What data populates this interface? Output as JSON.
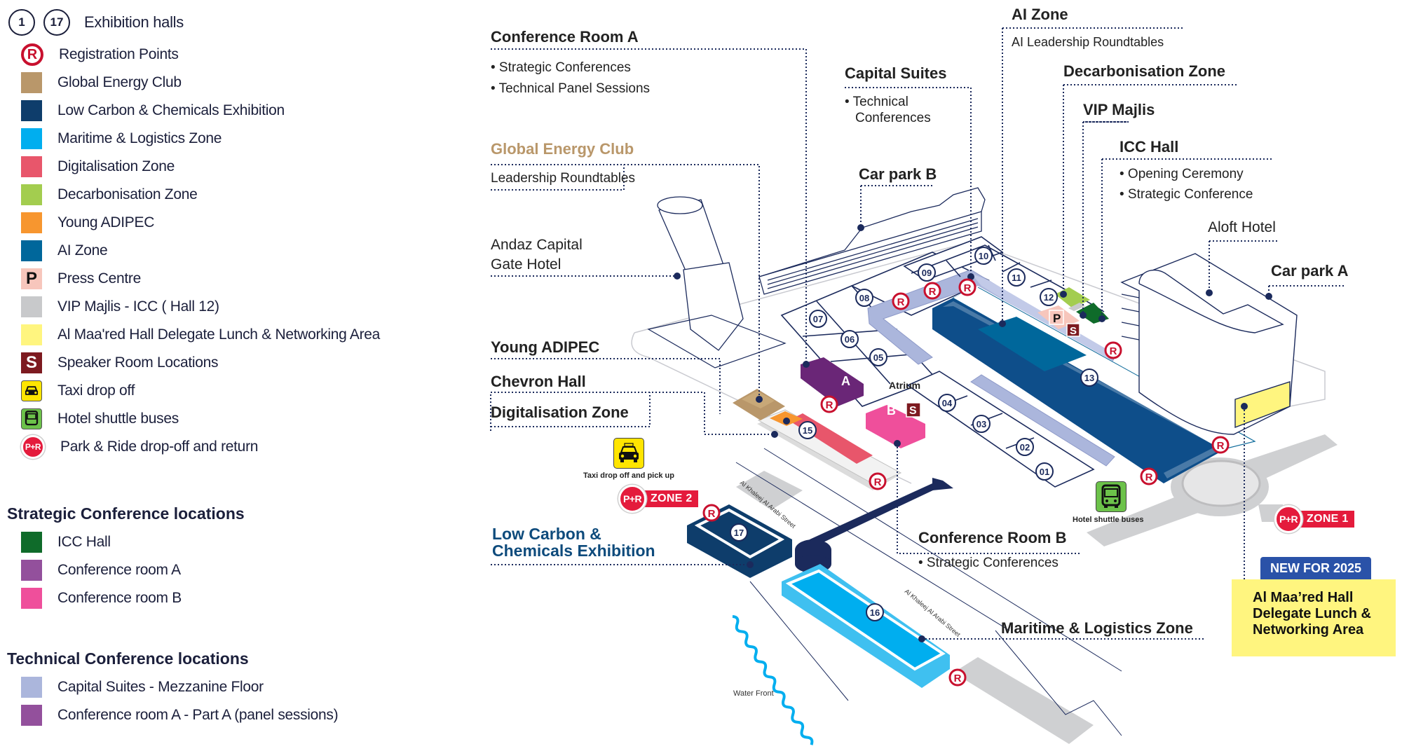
{
  "legend": {
    "exhibition_halls": {
      "first": "1",
      "last": "17",
      "label": "Exhibition halls"
    },
    "items": [
      {
        "icon": "registration-icon",
        "symbol": "R",
        "label": "Registration Points",
        "color": "#c8102e"
      },
      {
        "icon": "swatch",
        "label": "Global Energy Club",
        "color": "#b9976a"
      },
      {
        "icon": "swatch",
        "label": "Low Carbon & Chemicals Exhibition",
        "color": "#0e3d6b"
      },
      {
        "icon": "swatch",
        "label": "Maritime & Logistics  Zone",
        "color": "#00aeef"
      },
      {
        "icon": "swatch",
        "label": "Digitalisation Zone",
        "color": "#e8566b"
      },
      {
        "icon": "swatch",
        "label": "Decarbonisation Zone",
        "color": "#a3cd4f"
      },
      {
        "icon": "swatch",
        "label": "Young ADIPEC",
        "color": "#f7962f"
      },
      {
        "icon": "swatch",
        "label": "AI Zone",
        "color": "#00679b"
      },
      {
        "icon": "press-icon",
        "symbol": "P",
        "label": "Press Centre",
        "color": "#f7c6bc"
      },
      {
        "icon": "swatch",
        "label": "VIP Majlis - ICC ( Hall 12)",
        "color": "#c8c9cb"
      },
      {
        "icon": "swatch",
        "label": "Al Maa'red Hall Delegate Lunch & Networking Area",
        "color": "#fff57f"
      },
      {
        "icon": "speaker-icon",
        "symbol": "S",
        "label": "Speaker Room Locations",
        "color": "#7d1a20"
      },
      {
        "icon": "taxi-icon",
        "label": "Taxi drop off",
        "color": "#ffe500"
      },
      {
        "icon": "bus-icon",
        "label": "Hotel shuttle buses",
        "color": "#6cc24a"
      },
      {
        "icon": "park-ride-icon",
        "symbol": "P+R",
        "label": "Park & Ride drop-off and return",
        "color": "#e41b3c"
      }
    ],
    "strategic": {
      "heading": "Strategic Conference locations",
      "items": [
        {
          "label": "ICC Hall",
          "color": "#0f6b2a"
        },
        {
          "label": "Conference room A",
          "color": "#93509c"
        },
        {
          "label": "Conference room B",
          "color": "#ef4f9b"
        }
      ]
    },
    "technical": {
      "heading": "Technical Conference locations",
      "items": [
        {
          "label": "Capital Suites - Mezzanine Floor",
          "color": "#abb6dc"
        },
        {
          "label": "Conference room A - Part A (panel sessions)",
          "color": "#93509c"
        }
      ]
    }
  },
  "map": {
    "callouts": {
      "conference_room_a": {
        "title": "Conference Room A",
        "bullets": [
          "• Strategic Conferences",
          "• Technical Panel Sessions"
        ]
      },
      "capital_suites": {
        "title": "Capital Suites",
        "bullets": [
          "• Technical",
          "Conferences"
        ]
      },
      "ai_zone": {
        "title": "AI Zone",
        "sub": "AI Leadership Roundtables"
      },
      "decarbonisation_zone": {
        "title": "Decarbonisation Zone"
      },
      "vip_majlis": {
        "title": "VIP Majlis"
      },
      "icc_hall": {
        "title": "ICC Hall",
        "bullets": [
          "• Opening Ceremony",
          "• Strategic Conference"
        ]
      },
      "global_energy_club": {
        "title": "Global Energy Club",
        "sub": "Leadership  Roundtables"
      },
      "car_park_b": {
        "title": "Car park B"
      },
      "andaz": {
        "lines": [
          "Andaz Capital",
          "Gate Hotel"
        ]
      },
      "aloft": {
        "title": "Aloft Hotel"
      },
      "car_park_a": {
        "title": "Car park A"
      },
      "young_adipec": {
        "title": "Young ADIPEC"
      },
      "chevron_hall": {
        "title": "Chevron Hall"
      },
      "digitalisation_zone": {
        "title": "Digitalisation Zone"
      },
      "low_carbon": {
        "lines": [
          "Low Carbon &",
          "Chemicals Exhibition"
        ]
      },
      "conference_room_b": {
        "title": "Conference Room B",
        "bullets": [
          "• Strategic Conferences"
        ]
      },
      "maritime": {
        "title": "Maritime & Logistics Zone"
      },
      "maared": {
        "badge": "NEW FOR 2025",
        "lines": [
          "Al Maa’red Hall",
          "Delegate Lunch &",
          "Networking Area"
        ]
      }
    },
    "halls": [
      "01",
      "02",
      "03",
      "04",
      "05",
      "06",
      "07",
      "08",
      "09",
      "10",
      "11",
      "12",
      "13",
      "15",
      "16",
      "17"
    ],
    "rooms": {
      "a": "A",
      "b": "B",
      "press": "P",
      "speaker": "S",
      "registration": "R"
    },
    "place_labels": {
      "atrium": "Atrium",
      "street_1": "Al Khaleej Al Arabi Street",
      "street_2": "Al Khaleej Al Arabi Street",
      "water_front": "Water Front",
      "taxi": "Taxi drop off and pick up",
      "shuttle": "Hotel shuttle buses"
    },
    "park_ride": {
      "symbol": "P+R",
      "zone_1": "ZONE 1",
      "zone_2": "ZONE 2"
    },
    "colors": {
      "navy": "#1b2a5c",
      "line": "#1b2a5c",
      "capital_suites": "#abb6dc",
      "ai_zone": "#00679b",
      "hall13": "#0e4e8a",
      "hall17": "#0e3d6b",
      "hall16": "#00aeef",
      "digital": "#e8566b",
      "young": "#f7962f",
      "gec": "#b9976a",
      "conf_a": "#6a2677",
      "conf_b": "#ef4f9b",
      "icc": "#0f6b2a",
      "decarb": "#a3cd4f",
      "press": "#f7c6bc",
      "speaker": "#7d1a20",
      "road": "#cfd0d2",
      "reg": "#c8102e",
      "maared": "#fff57f"
    }
  }
}
